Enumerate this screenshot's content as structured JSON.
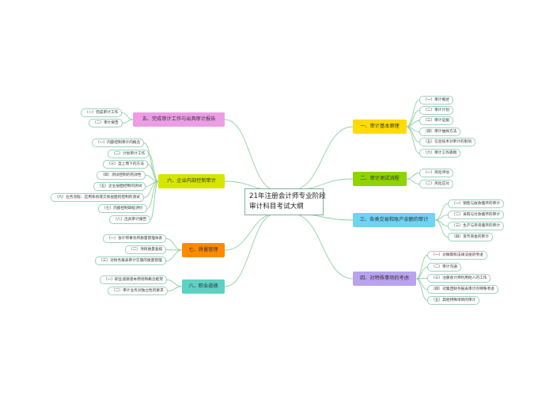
{
  "colors": {
    "link": "#8fd1a3",
    "leaf_border": "#9fd0c0",
    "b1": "#ffdc00",
    "b2": "#8fd400",
    "b3": "#6fd3f3",
    "b4": "#b9a2ee",
    "b5": "#ec9de6",
    "b6": "#d5e600",
    "b7": "#ff8a00",
    "b8": "#5dd1c2"
  },
  "center": {
    "line1": "21年注册会计师专业阶段",
    "line2": "审计科目考试大纲"
  },
  "branches": [
    {
      "label": "一、审计基本原理",
      "leaves": [
        "（一）审计概述",
        "（二）审计计划",
        "（三）审计证据",
        "（四）审计抽样方法",
        "（五）信息技术对审计的影响",
        "（六）审计工作底稿"
      ]
    },
    {
      "label": "二、审计测试流程",
      "leaves": [
        "（一）风险评估",
        "（二）风险应对"
      ]
    },
    {
      "label": "三、各类交易和账户余额的审计",
      "leaves": [
        "（一）销售与收款循环的审计",
        "（二）采购与付款循环的审计",
        "（三）生产与存货循环的审计",
        "（四）货币资金的审计"
      ]
    },
    {
      "label": "四、对特殊事项的考虑",
      "leaves": [
        "（一）对舞弊和法律法规的考虑",
        "（二）审计沟通",
        "（三）注册会计师利用他人的工作",
        "（四）对集团财务报表审计的特殊考虑",
        "（五）其他特殊项目的审计"
      ]
    },
    {
      "label": "五、完成审计工作与出具审计报告",
      "leaves": [
        "（一）完成审计工作",
        "（二）审计报告"
      ]
    },
    {
      "label": "六、企业内部控制审计",
      "leaves": [
        "（一）内部控制审计的概念",
        "（二）计划审计工作",
        "（三）自上而下的方法",
        "（四）测试控制的有效性",
        "（五）企业层面控制的测试",
        "（六）业务流程、应用系统或交易层面的控制的测试",
        "（七）内部控制缺陷评价",
        "（八）出具审计报告"
      ]
    },
    {
      "label": "七、质量管理",
      "leaves": [
        "（一）会计师事务所质量管理体系",
        "（二）项目质量复核",
        "（三）对财务报表审计实施的质量管理"
      ]
    },
    {
      "label": "八、职业道德",
      "leaves": [
        "（一）职业道德基本原则和概念框架",
        "（二）审计业务对独立性的要求"
      ]
    }
  ]
}
